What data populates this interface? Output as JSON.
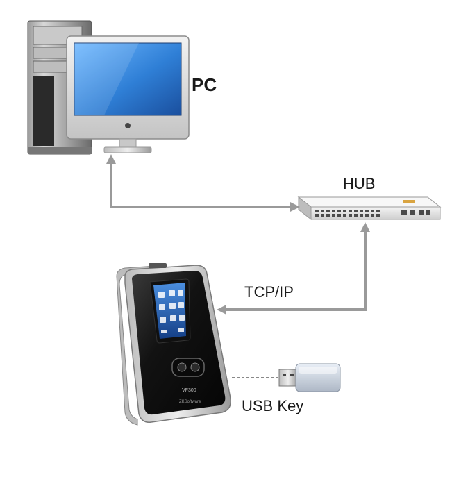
{
  "labels": {
    "pc": "PC",
    "hub": "HUB",
    "tcpip": "TCP/IP",
    "usb_key": "USB Key"
  },
  "device": {
    "model": "VF300",
    "brand": "ZKSoftware"
  },
  "colors": {
    "connector": "#9a9a9a",
    "screen": "#2f7fd6",
    "terminal_body": "#141414",
    "usb_cable": "#888888"
  },
  "icons": [
    "pc-tower-icon",
    "monitor-icon",
    "hub-icon",
    "terminal-icon",
    "usb-key-icon"
  ]
}
